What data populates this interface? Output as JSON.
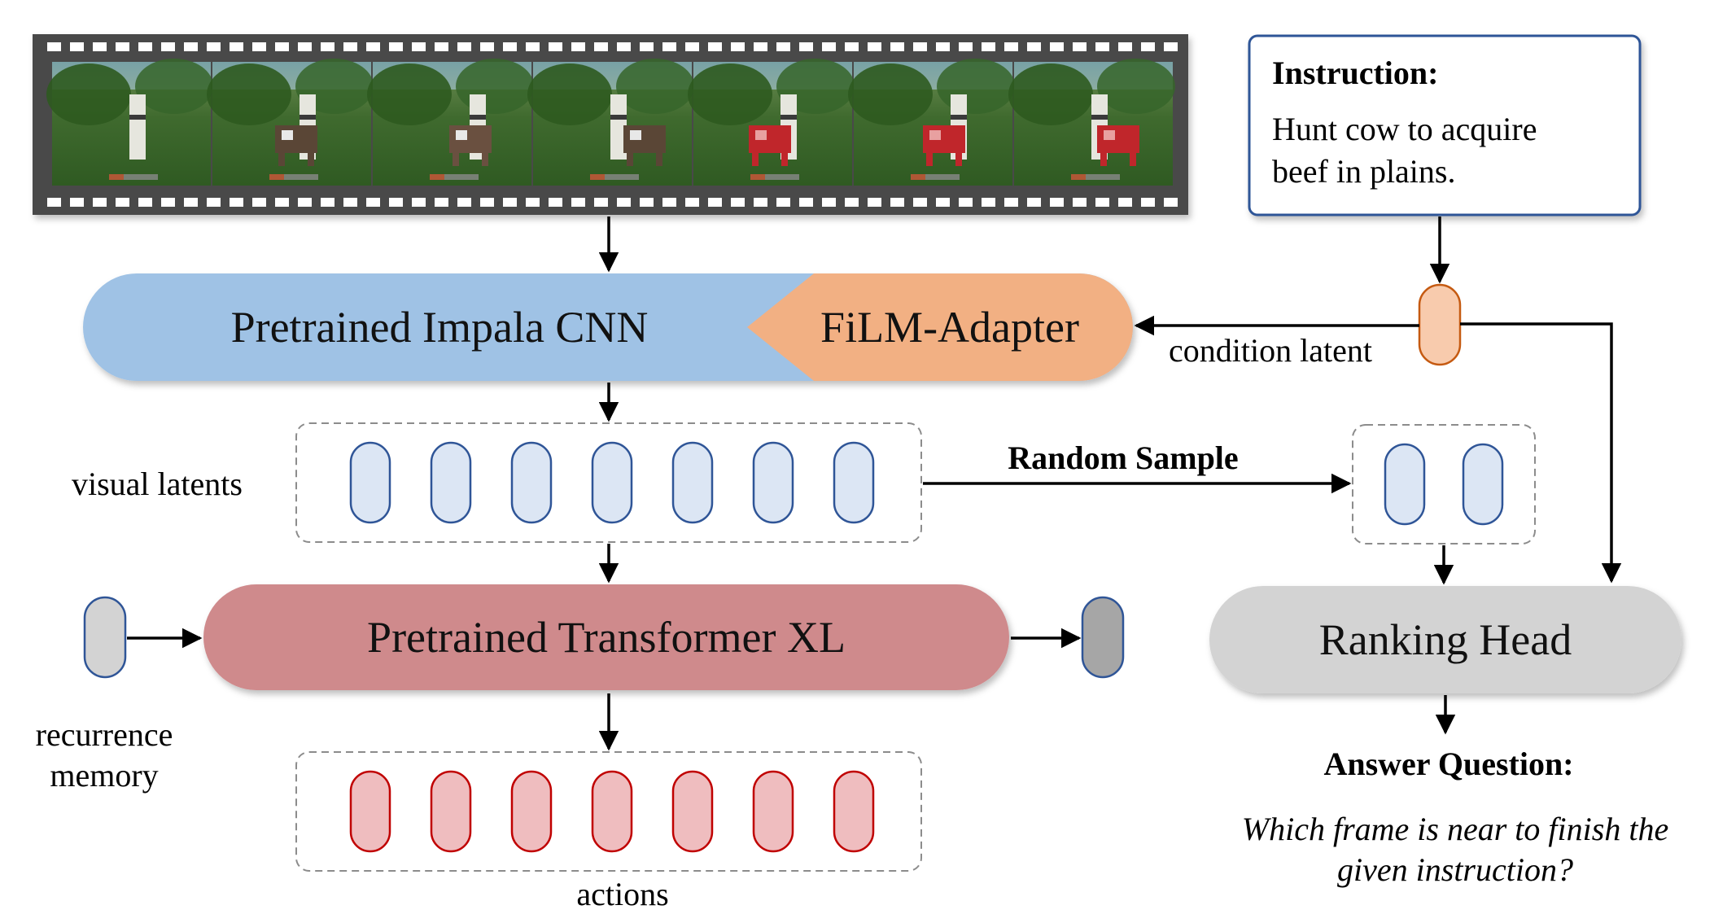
{
  "instruction": {
    "heading": "Instruction:",
    "line1": "Hunt cow to acquire",
    "line2": "beef in plains."
  },
  "modules": {
    "cnn": "Pretrained Impala CNN",
    "film": "FiLM-Adapter",
    "transformer": "Pretrained Transformer XL",
    "ranking": "Ranking Head"
  },
  "labels": {
    "condition_latent": "condition latent",
    "visual_latents": "visual latents",
    "random_sample": "Random Sample",
    "recurrence_line1": "recurrence",
    "recurrence_line2": "memory",
    "actions": "actions"
  },
  "answer": {
    "heading": "Answer Question:",
    "line1": "Which frame is near to finish the",
    "line2": "given instruction?"
  },
  "colors": {
    "cnn": "#9fc2e5",
    "film": "#f2b083",
    "transformer": "#cf8a8c",
    "ranking": "#d3d3d3",
    "visual_token": "#dce6f4",
    "action_token": "#efbdbf",
    "cond_token": "#f8cbad",
    "film_strip": "#4a4a4a"
  }
}
